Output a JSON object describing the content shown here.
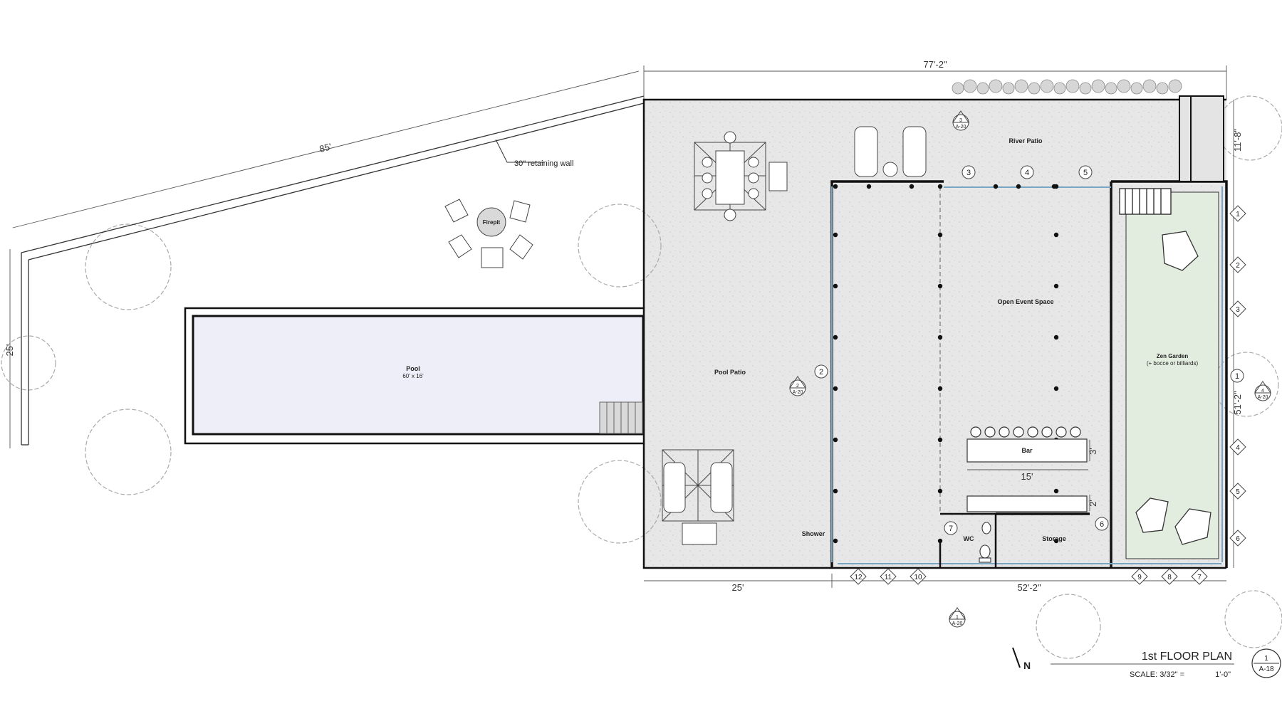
{
  "title": {
    "main": "1st FLOOR PLAN",
    "scale_label": "SCALE: 3/32\" =",
    "scale_value": "1'-0\"",
    "sheet_num": "1",
    "sheet_ref": "A-18"
  },
  "north": "N",
  "rooms": {
    "pool": "Pool",
    "pool_size": "60' x 16'",
    "firepit": "Firepit",
    "pool_patio": "Pool Patio",
    "river_patio": "River Patio",
    "open_event": "Open Event Space",
    "zen_garden": "Zen Garden",
    "zen_sub": "(+ bocce or billiards)",
    "bar": "Bar",
    "wc": "WC",
    "storage": "Storage",
    "shower": "Shower"
  },
  "notes": {
    "retaining_wall": "30\" retaining wall"
  },
  "dims": {
    "top": "77'-2\"",
    "diag": "85'",
    "left": "25'",
    "right_top": "11'-8\"",
    "right_main": "51'-2\"",
    "bottom_left": "25'",
    "bottom_right": "52'-2\"",
    "bar_len": "15'",
    "bar_w": "3'",
    "counter_w": "2'"
  },
  "grid": {
    "top": [
      "3",
      "4",
      "5"
    ],
    "right": [
      "1",
      "2",
      "3",
      "4",
      "5",
      "6"
    ],
    "bottom": [
      "12",
      "11",
      "10",
      "9",
      "8",
      "7"
    ],
    "mid_left": "2",
    "mid_right": "1",
    "door_wc": "7",
    "door_storage": "6"
  },
  "sections": {
    "top": {
      "num": "3",
      "ref": "A-20"
    },
    "left": {
      "num": "2",
      "ref": "A-20"
    },
    "right": {
      "num": "4",
      "ref": "A-20"
    },
    "bottom": {
      "num": "1",
      "ref": "A-20"
    }
  },
  "colors": {
    "patio": "#e6e6e6",
    "pool": "#eeeef8",
    "zen": "#e2ecdf",
    "wall": "#111111"
  }
}
